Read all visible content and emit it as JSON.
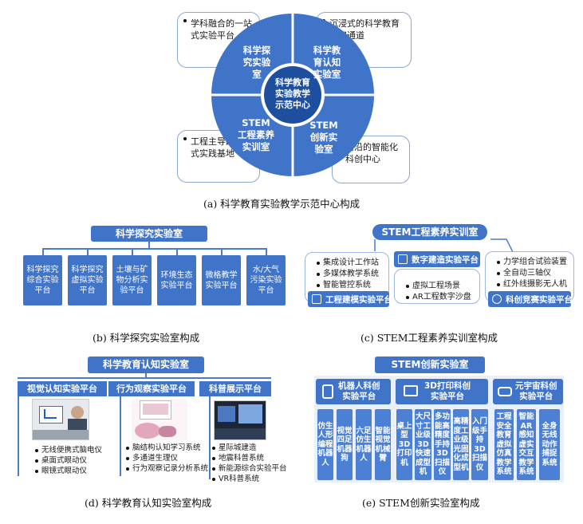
{
  "a": {
    "center": "科学教育\n实验教学\n示范中心",
    "quadrants": {
      "tl": "科学探\n究实验\n室",
      "tr": "科学教\n育认知\n实验室",
      "bl": "STEM\n工程素养\n实训室",
      "br": "STEM\n创新实\n验室"
    },
    "notes": {
      "tl": "学科融合的一站式实验平台",
      "tr": "沉浸式的科学教育认知通道",
      "bl": "工程主导的项目式实践基地",
      "br": "前沿的智能化科创中心"
    },
    "caption": "(a) 科学教育实验教学示范中心构成"
  },
  "b": {
    "title": "科学探究实验室",
    "items": [
      "科学探究综合实验平台",
      "科学探究虚拟实验平台",
      "土壤与矿物分析实验平台",
      "环境生态实验平台",
      "微格教学实验平台",
      "水/大气污染实验平台"
    ],
    "caption": "(b) 科学探究实验室构成"
  },
  "c": {
    "title": "STEM工程素养实训室",
    "left_items": [
      "集成设计工作站",
      "多媒体教学系统",
      "智能管控系统"
    ],
    "left_label": "工程建模实验平台",
    "mid_label": "数字建造实验平台",
    "mid_items": [
      "虚拟工程场景",
      "AR工程数字沙盘"
    ],
    "right_items": [
      "力学组合试验装置",
      "全自动三轴仪",
      "红外线摄影无人机"
    ],
    "right_label": "科创竞赛实验平台",
    "caption": "(c) STEM工程素养实训室构成"
  },
  "d": {
    "title": "科学教育认知实验室",
    "subs": [
      "视觉认知实验平台",
      "行为观察实验平台",
      "科普展示平台"
    ],
    "lists": [
      [
        "无线便携式脑电仪",
        "桌面式眼动仪",
        "眼镜式眼动仪"
      ],
      [
        "脑结构认知学习系统",
        "多通道生理仪",
        "行为观察记录分析系统"
      ],
      [
        "星际城建造",
        "地震科普系统",
        "新能源综合实验平台",
        "VR科普系统"
      ]
    ],
    "caption": "(d) 科学教育认知实验室构成"
  },
  "e": {
    "title": "STEM创新实验室",
    "cards": [
      "机器人科创\n实验平台",
      "3D打印科创\n实验平台",
      "元宇宙科创\n实验平台"
    ],
    "columns": [
      "仿生人形编程机器人",
      "视觉四足机器狗",
      "六足仿生机器人",
      "智能视觉机械臂",
      "桌上型3D打印机",
      "大尺寸工业级3D快速成型机",
      "多功能高精度手持3D扫描仪",
      "高精度工业级光固化成型机",
      "入门级手持3D扫描仪",
      "工程安全教育虚拟仿真教学系统",
      "智能AR感知虚实交互教学系统",
      "全身无线动作捕捉系统"
    ],
    "caption": "(e) STEM创新实验室构成"
  }
}
